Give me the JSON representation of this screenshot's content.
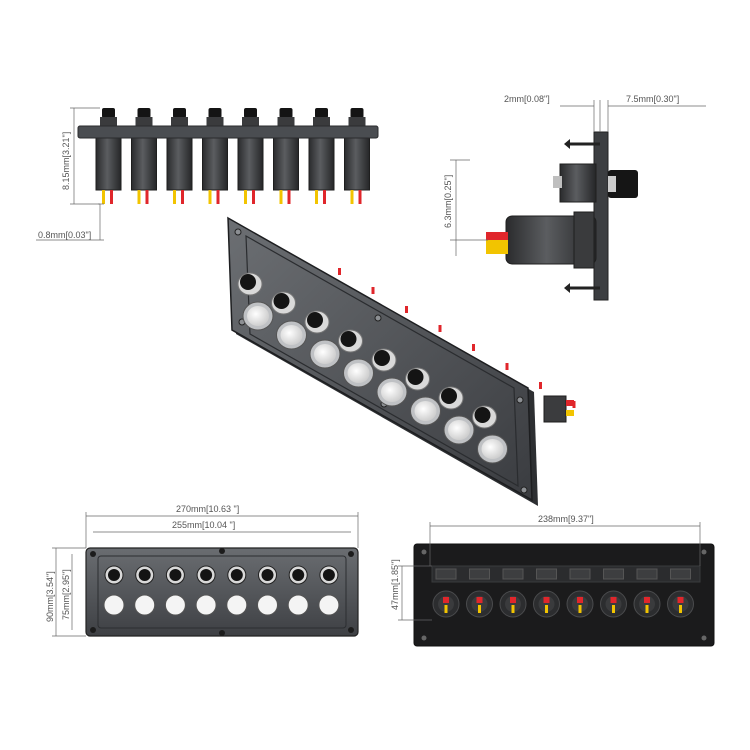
{
  "colors": {
    "panel": "#505357",
    "panel_dark": "#2f3134",
    "panel_light": "#8a8d91",
    "rear": "#1b1b1c",
    "switch_cap": "#141414",
    "collar": "#d9d9d9",
    "led_lens": "#f4f4f4",
    "wire_red": "#e0262b",
    "wire_yellow": "#f2c400",
    "dim_text": "#555555"
  },
  "views": {
    "top": {
      "height_label": "8.15mm[3.21\"]",
      "offset_label": "0.8mm[0.03\"]",
      "switch_count": 8
    },
    "side": {
      "plate_label": "2mm[0.08\"]",
      "flange_label": "7.5mm[0.30\"]",
      "offset_label": "6.3mm[0.25\"]"
    },
    "iso": {
      "switch_count": 8
    },
    "front": {
      "overall_width_label": "270mm[10.63 \"]",
      "cutout_width_label": "255mm[10.04 \"]",
      "overall_height_label": "90mm[3.54\"]",
      "cutout_height_label": "75mm[2.95\"]",
      "switch_count": 8
    },
    "rear": {
      "width_label": "238mm[9.37\"]",
      "height_label": "47mm[1.85\"]",
      "switch_count": 8
    }
  }
}
